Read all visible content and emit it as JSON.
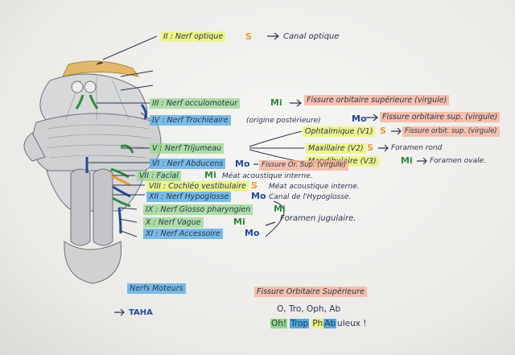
{
  "nerves": {
    "n2": {
      "label": "II : Nerf optique",
      "tag": "S",
      "target": "Canal optique"
    },
    "n3": {
      "label": "III : Nerf occulomoteur",
      "tag": "Mi",
      "target": "Fissure orbitaire supérieure (virgule)"
    },
    "n4": {
      "label": "IV : Nerf Trochléaire",
      "note": "(origine postérieure)",
      "tag": "Mo",
      "target": "Fissure orbitaire sup. (virgule)"
    },
    "n5": {
      "label": "V : Nerf Trijumeau"
    },
    "n5_branches": [
      {
        "label": "Ophtalmique (V1)",
        "tag": "S",
        "target": "Fissure orbit. sup. (virgule)"
      },
      {
        "label": "Maxillaire (V2)",
        "tag": "S",
        "target": "Foramen rond"
      },
      {
        "label": "Mandibulaire (V3)",
        "tag": "Mi",
        "target": "Foramen ovale."
      }
    ],
    "n6": {
      "label": "VI : Nerf Abducens",
      "tag": "Mo",
      "target": "Fissure Or. Sup. (virgule)"
    },
    "n7": {
      "label": "VII : Facial",
      "tag": "Mi",
      "target": "Méat acoustique interne."
    },
    "n8": {
      "label": "VIII : Cochléo vestibulaire",
      "tag": "S",
      "target": "Méat acoustique interne."
    },
    "n12": {
      "label": "XII : Nerf Hypoglosse",
      "tag": "Mo",
      "target": "Canal de l'Hypoglosse."
    },
    "n9": {
      "label": "IX : Nerf Glosso pharyngien",
      "tag": "Mi"
    },
    "n10": {
      "label": "X : Nerf Vague",
      "tag": "Mi"
    },
    "n11": {
      "label": "XI : Nerf Accessoire",
      "tag": "Mo"
    },
    "jugular_target": "Foramen jugulaire."
  },
  "legend": {
    "motor_title": "Nerfs Moteurs",
    "motor_mnemonic": "TAHA",
    "fissure_title": "Fissure Orbitaire Supérieure",
    "fissure_list": "O, Tro, Oph, Ab",
    "mnemonic_parts": [
      {
        "text": "Oh!",
        "color": "#96d78c"
      },
      {
        "text": "Trop",
        "color": "#50aae1"
      },
      {
        "text": "Ph",
        "color": "#ecf578"
      },
      {
        "text": "Ab",
        "color": "#50aae1"
      },
      {
        "text": "uleux !",
        "color": "transparent"
      }
    ]
  },
  "colors": {
    "sensory": "#f19a2e",
    "motor": "#234a9a",
    "mixed": "#2f8a3a",
    "ink": "#2a3550"
  }
}
